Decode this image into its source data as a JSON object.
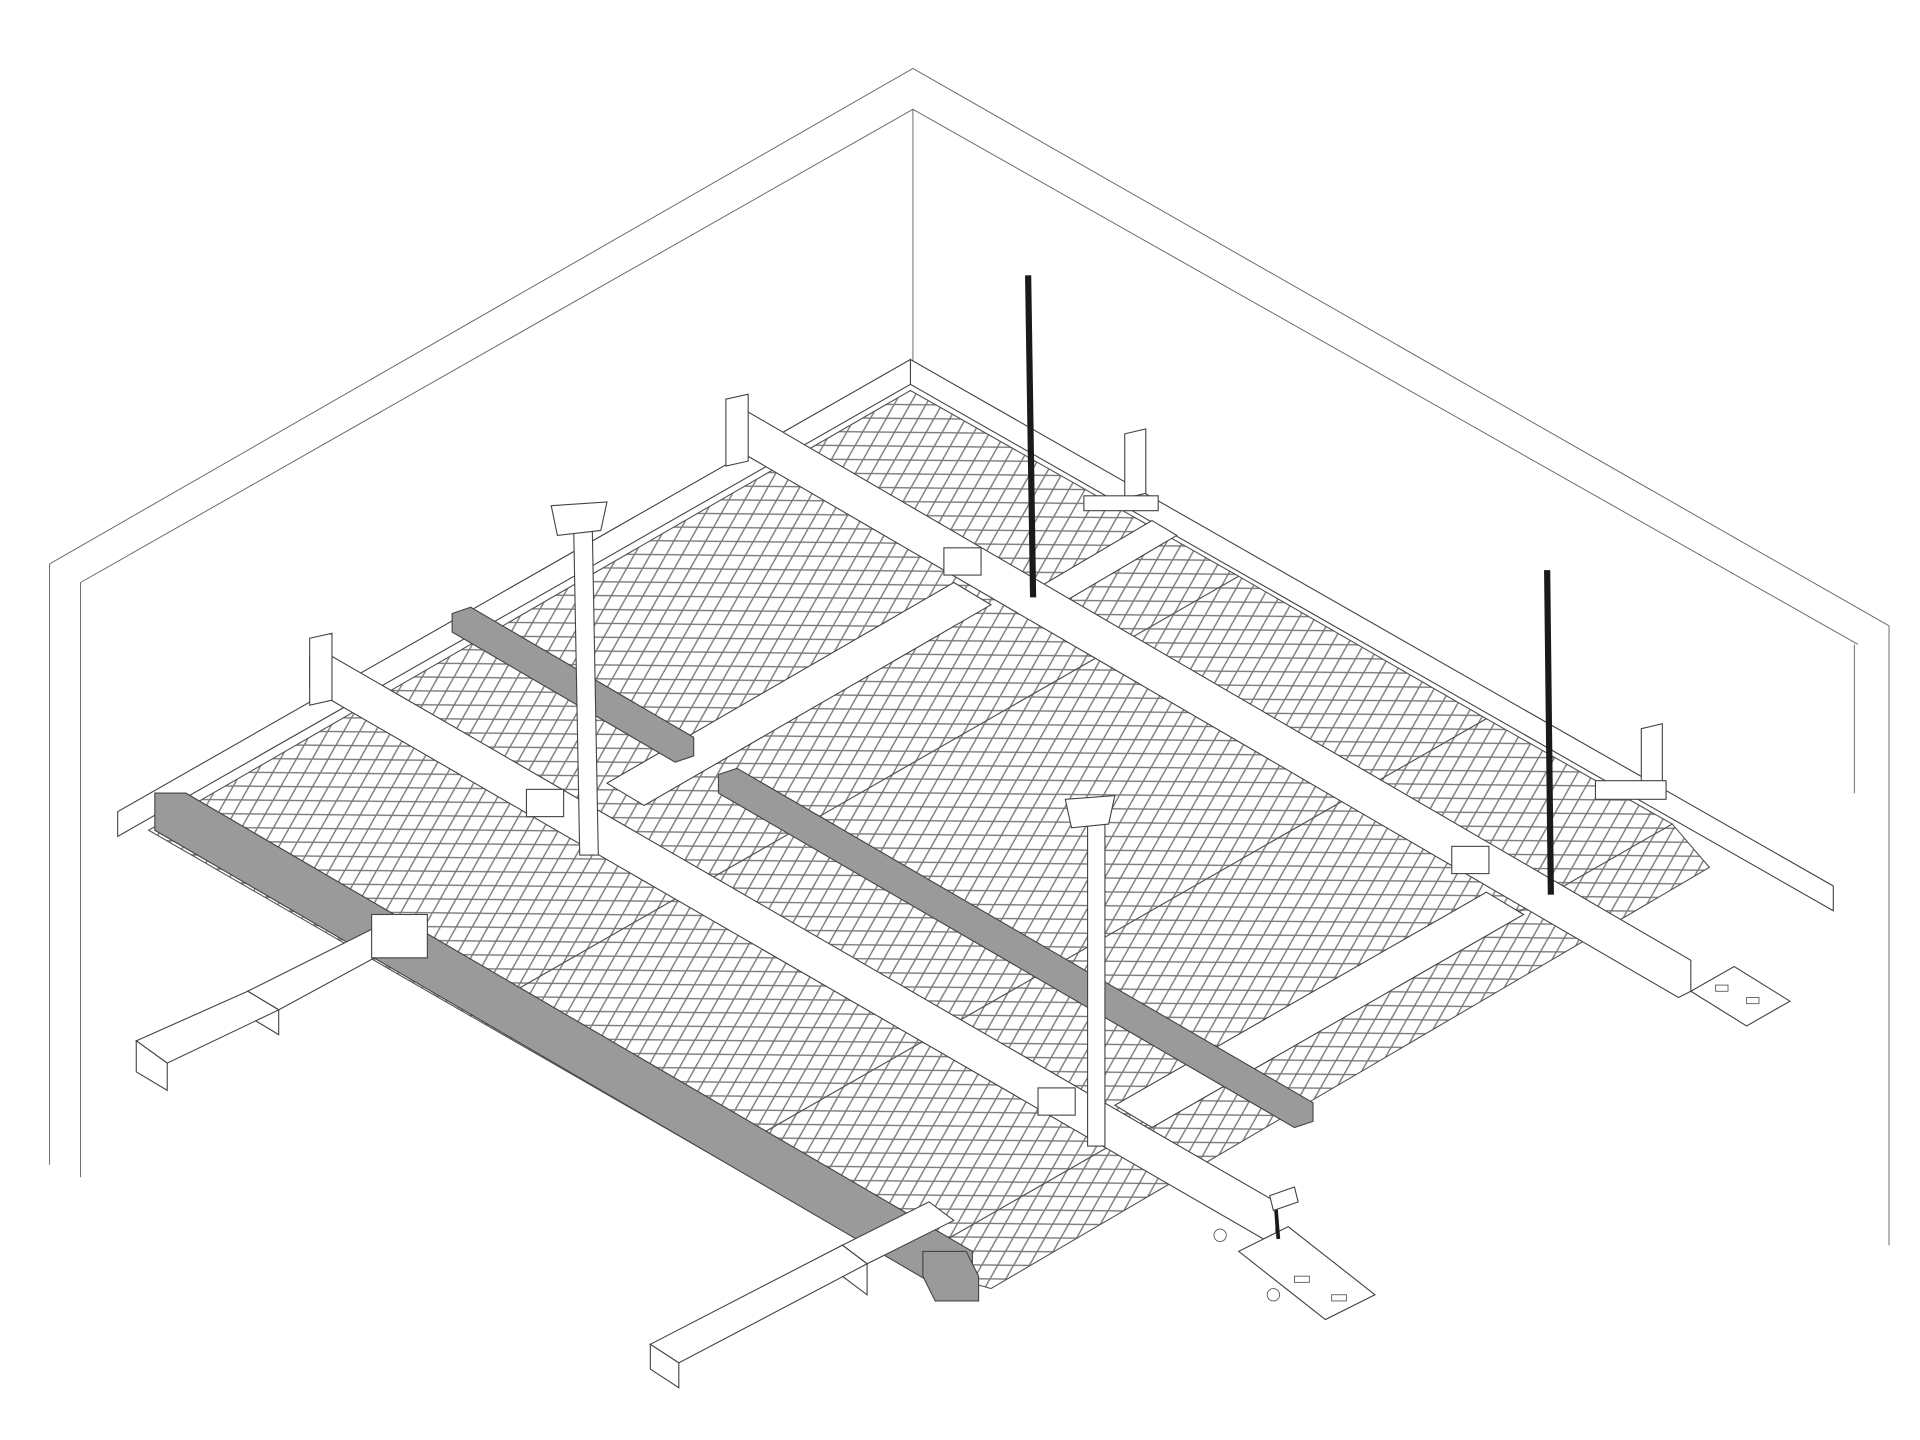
{
  "colors": {
    "background": "#ffffff",
    "line": "#444444",
    "dark_profile": "#9a9a9a",
    "threaded_rod": "#1a1a1a"
  },
  "components": [
    {
      "id": "room-corner-walls",
      "icon": "wall-outline"
    },
    {
      "id": "expanded-metal-mesh-panels",
      "icon": "mesh-panel"
    },
    {
      "id": "perimeter-angle",
      "icon": "angle-profile"
    },
    {
      "id": "perforated-carrier-rails",
      "icon": "perforated-rail"
    },
    {
      "id": "dark-support-profiles",
      "icon": "dark-profile"
    },
    {
      "id": "threaded-rods",
      "icon": "threaded-rod"
    },
    {
      "id": "suspension-hangers",
      "icon": "hanger"
    },
    {
      "id": "c-channel-ends",
      "icon": "c-channel"
    },
    {
      "id": "wall-brackets",
      "icon": "bracket"
    },
    {
      "id": "bolt-and-nut-detail",
      "icon": "bolt"
    }
  ]
}
